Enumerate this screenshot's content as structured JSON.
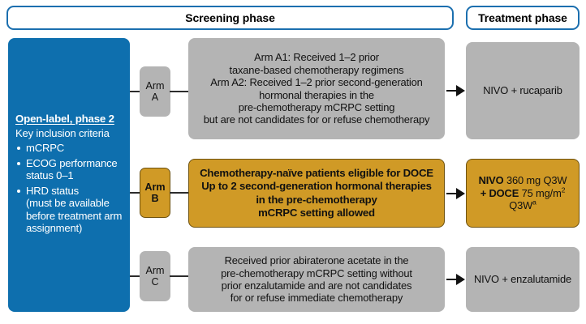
{
  "headers": {
    "screening": "Screening phase",
    "treatment": "Treatment phase"
  },
  "study_panel": {
    "title": "Open-label, phase 2",
    "subtitle": "Key inclusion criteria",
    "criteria": [
      {
        "main": "mCRPC",
        "cont": ""
      },
      {
        "main": "ECOG performance",
        "cont": "status 0–1"
      },
      {
        "main": "HRD status",
        "cont": "(must be available before treatment arm assignment)"
      }
    ]
  },
  "arms": [
    {
      "chip_line1": "Arm",
      "chip_line2": "A",
      "description": "Arm A1: Received 1–2 prior taxane-based chemotherapy regimens Arm A2: Received 1–2 prior second-generation hormonal therapies in the pre-chemotherapy mCRPC setting but are not candidates for or refuse chemotherapy",
      "description_lines": [
        "Arm A1: Received 1–2 prior",
        "taxane-based chemotherapy regimens",
        "Arm A2: Received 1–2 prior second-generation",
        "hormonal therapies in the",
        "pre-chemotherapy mCRPC setting",
        "but are not candidates for or refuse chemotherapy"
      ],
      "highlight": false
    },
    {
      "chip_line1": "Arm",
      "chip_line2": "B",
      "description": "Chemotherapy-naïve patients eligible for DOCE Up to 2 second-generation hormonal therapies in the pre-chemotherapy mCRPC setting allowed",
      "description_lines": [
        "Chemotherapy-naïve patients eligible for DOCE",
        "Up to 2 second-generation hormonal therapies",
        "in the pre-chemotherapy",
        "mCRPC setting allowed"
      ],
      "highlight": true
    },
    {
      "chip_line1": "Arm",
      "chip_line2": "C",
      "description": "Received prior abiraterone acetate in the pre-chemotherapy mCRPC setting without prior enzalutamide and are not candidates for or refuse immediate chemotherapy",
      "description_lines": [
        "Received prior abiraterone acetate in the",
        "pre-chemotherapy mCRPC setting without",
        "prior enzalutamide and are not candidates",
        "for or refuse immediate chemotherapy"
      ],
      "highlight": false
    }
  ],
  "treatments": [
    {
      "text": "NIVO + rucaparib",
      "highlight": false
    },
    {
      "text": "NIVO 360 mg Q3W + DOCE 75 mg/m2 Q3Wa",
      "drug1": "NIVO",
      "dose1": " 360 mg Q3W",
      "drug2": "+ DOCE",
      "dose2": " 75 mg/m",
      "dose2_sup": "2",
      "dose3": "Q3W",
      "footnote_marker": "a",
      "highlight": true
    },
    {
      "text": "NIVO + enzalutamide",
      "highlight": false
    }
  ],
  "colors": {
    "brand_blue": "#0E6FAE",
    "header_border_blue": "#1B6FAF",
    "highlight_orange": "#D09A26",
    "highlight_orange_border": "#6E5210",
    "neutral_gray": "#B4B4B4",
    "connector": "#2C2C2C"
  }
}
